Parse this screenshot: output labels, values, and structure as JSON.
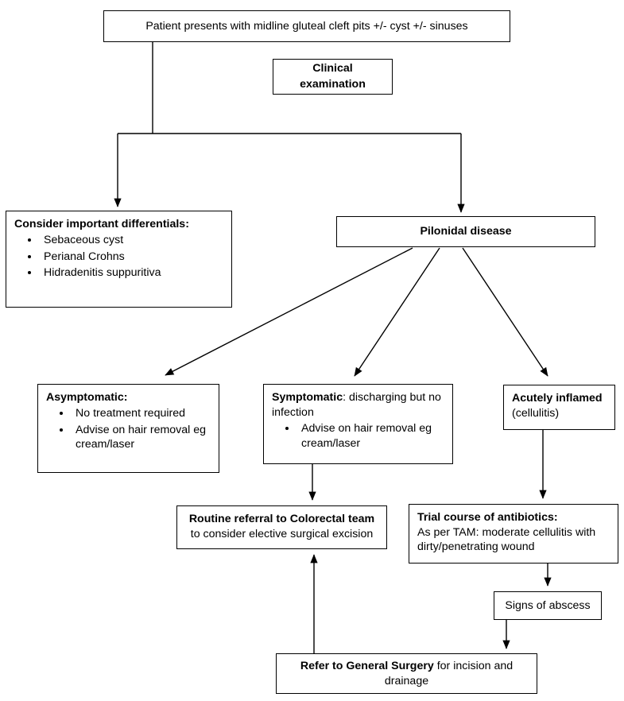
{
  "diagram": {
    "title": "Pilonidal disease management pathway",
    "line_color": "#000000",
    "box_border_color": "#000000",
    "background_color": "#ffffff"
  },
  "nodes": {
    "presentation": {
      "text": "Patient presents with midline gluteal cleft pits +/- cyst +/- sinuses"
    },
    "clinical_exam": {
      "line1": "Clinical",
      "line2": "examination"
    },
    "differentials": {
      "heading": "Consider important differentials:",
      "bullets": [
        "Sebaceous cyst",
        "Perianal Crohns",
        "Hidradenitis suppuritiva"
      ]
    },
    "pilonidal": {
      "text": "Pilonidal disease"
    },
    "asymptomatic": {
      "heading": "Asymptomatic:",
      "bullets": [
        "No treatment required",
        "Advise on hair removal eg cream/laser"
      ]
    },
    "symptomatic": {
      "heading": "Symptomatic",
      "heading_rest": ": discharging but no infection",
      "bullets": [
        "Advise on hair removal eg cream/laser"
      ]
    },
    "acute": {
      "heading": "Acutely inflamed",
      "subtext": "(cellulitis)"
    },
    "routine_referral": {
      "heading": "Routine referral to Colorectal team",
      "subtext": "to consider elective surgical excision"
    },
    "antibiotics": {
      "heading": "Trial course of antibiotics:",
      "line1": "As per TAM: moderate cellulitis with",
      "line2": "dirty/penetrating wound"
    },
    "abscess": {
      "text": "Signs of abscess"
    },
    "refer_surgery": {
      "heading": "Refer to General Surgery",
      "heading_rest": " for incision and drainage"
    }
  },
  "connectors": [
    {
      "name": "presentation-to-split",
      "from": "presentation",
      "to": "split-bar",
      "arrow": false
    },
    {
      "name": "split-to-differentials",
      "from": "split-bar",
      "to": "differentials",
      "arrow": true
    },
    {
      "name": "split-to-pilonidal",
      "from": "split-bar",
      "to": "pilonidal",
      "arrow": true
    },
    {
      "name": "pilonidal-to-asymptomatic",
      "from": "pilonidal",
      "to": "asymptomatic",
      "arrow": true
    },
    {
      "name": "pilonidal-to-symptomatic",
      "from": "pilonidal",
      "to": "symptomatic",
      "arrow": true
    },
    {
      "name": "pilonidal-to-acute",
      "from": "pilonidal",
      "to": "acute",
      "arrow": true
    },
    {
      "name": "symptomatic-to-routine",
      "from": "symptomatic",
      "to": "routine",
      "arrow": true
    },
    {
      "name": "acute-to-antibiotics",
      "from": "acute",
      "to": "antibiotics",
      "arrow": true
    },
    {
      "name": "antibiotics-to-abscess",
      "from": "antibiotics",
      "to": "abscess",
      "arrow": true
    },
    {
      "name": "abscess-to-refer",
      "from": "abscess",
      "to": "refer-surgery",
      "arrow": true
    },
    {
      "name": "refer-to-routine",
      "from": "refer-surgery",
      "to": "routine",
      "arrow": true
    }
  ]
}
